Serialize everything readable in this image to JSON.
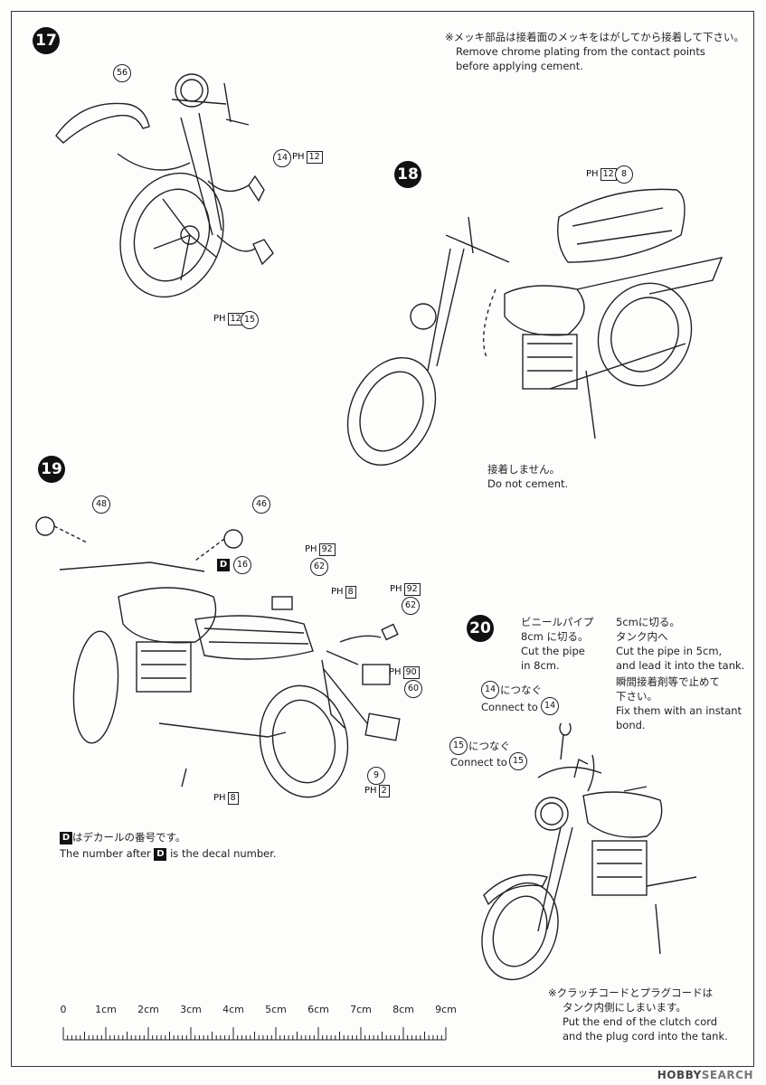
{
  "steps": {
    "s17": {
      "number": "17"
    },
    "s18": {
      "number": "18"
    },
    "s19": {
      "number": "19"
    },
    "s20": {
      "number": "20"
    }
  },
  "notes": {
    "chrome_jp": "※メッキ部品は接着面のメッキをはがしてから接着して下さい。",
    "chrome_en1": "Remove chrome plating from the contact points",
    "chrome_en2": "before applying cement.",
    "nocement_jp": "接着しません。",
    "nocement_en": "Do not cement.",
    "decal_jp": "はデカールの番号です。",
    "decal_pre": "The number after",
    "decal_post": "is the decal number.",
    "pipe8_jp1": "ビニールパイプ",
    "pipe8_jp2": "8cm に切る。",
    "pipe8_en1": "Cut the pipe",
    "pipe8_en2": "in 8cm.",
    "pipe5_jp1": "5cmに切る。",
    "pipe5_jp2": "タンク内へ",
    "pipe5_en1": "Cut the pipe in 5cm,",
    "pipe5_en2": "and lead it into the tank.",
    "glue_jp1": "瞬間接着剤等で止めて",
    "glue_jp2": "下さい。",
    "glue_en1": "Fix them with an instant",
    "glue_en2": "bond.",
    "c14_jp": "につなぐ",
    "c14_en": "Connect to",
    "c15_jp": "につなぐ",
    "c15_en": "Connect to",
    "clutch_jp1": "※クラッチコードとプラグコードは",
    "clutch_jp2": "タンク内側にしまいます。",
    "clutch_en1": "Put the end of the clutch cord",
    "clutch_en2": "and the plug cord into the tank."
  },
  "parts": {
    "p56": "56",
    "p14": "14",
    "p15": "15",
    "p8": "8",
    "p48": "48",
    "p46": "46",
    "p16": "16",
    "p62a": "62",
    "p62b": "62",
    "p60": "60",
    "p9": "9"
  },
  "ph_labels": {
    "prefix": "PH",
    "s17_14": "12",
    "s17_15": "12",
    "s18_8": "12",
    "s19_62a": "92",
    "s19_8": "8",
    "s19_62b": "92",
    "s19_60": "90",
    "s19_9": "2",
    "s19_bottom": "8"
  },
  "decal": {
    "letter": "D"
  },
  "ruler": {
    "ticks": [
      "0",
      "1cm",
      "2cm",
      "3cm",
      "4cm",
      "5cm",
      "6cm",
      "7cm",
      "8cm",
      "9cm"
    ]
  },
  "watermark": {
    "a": "HOBBY",
    "b": "SEARCH"
  }
}
